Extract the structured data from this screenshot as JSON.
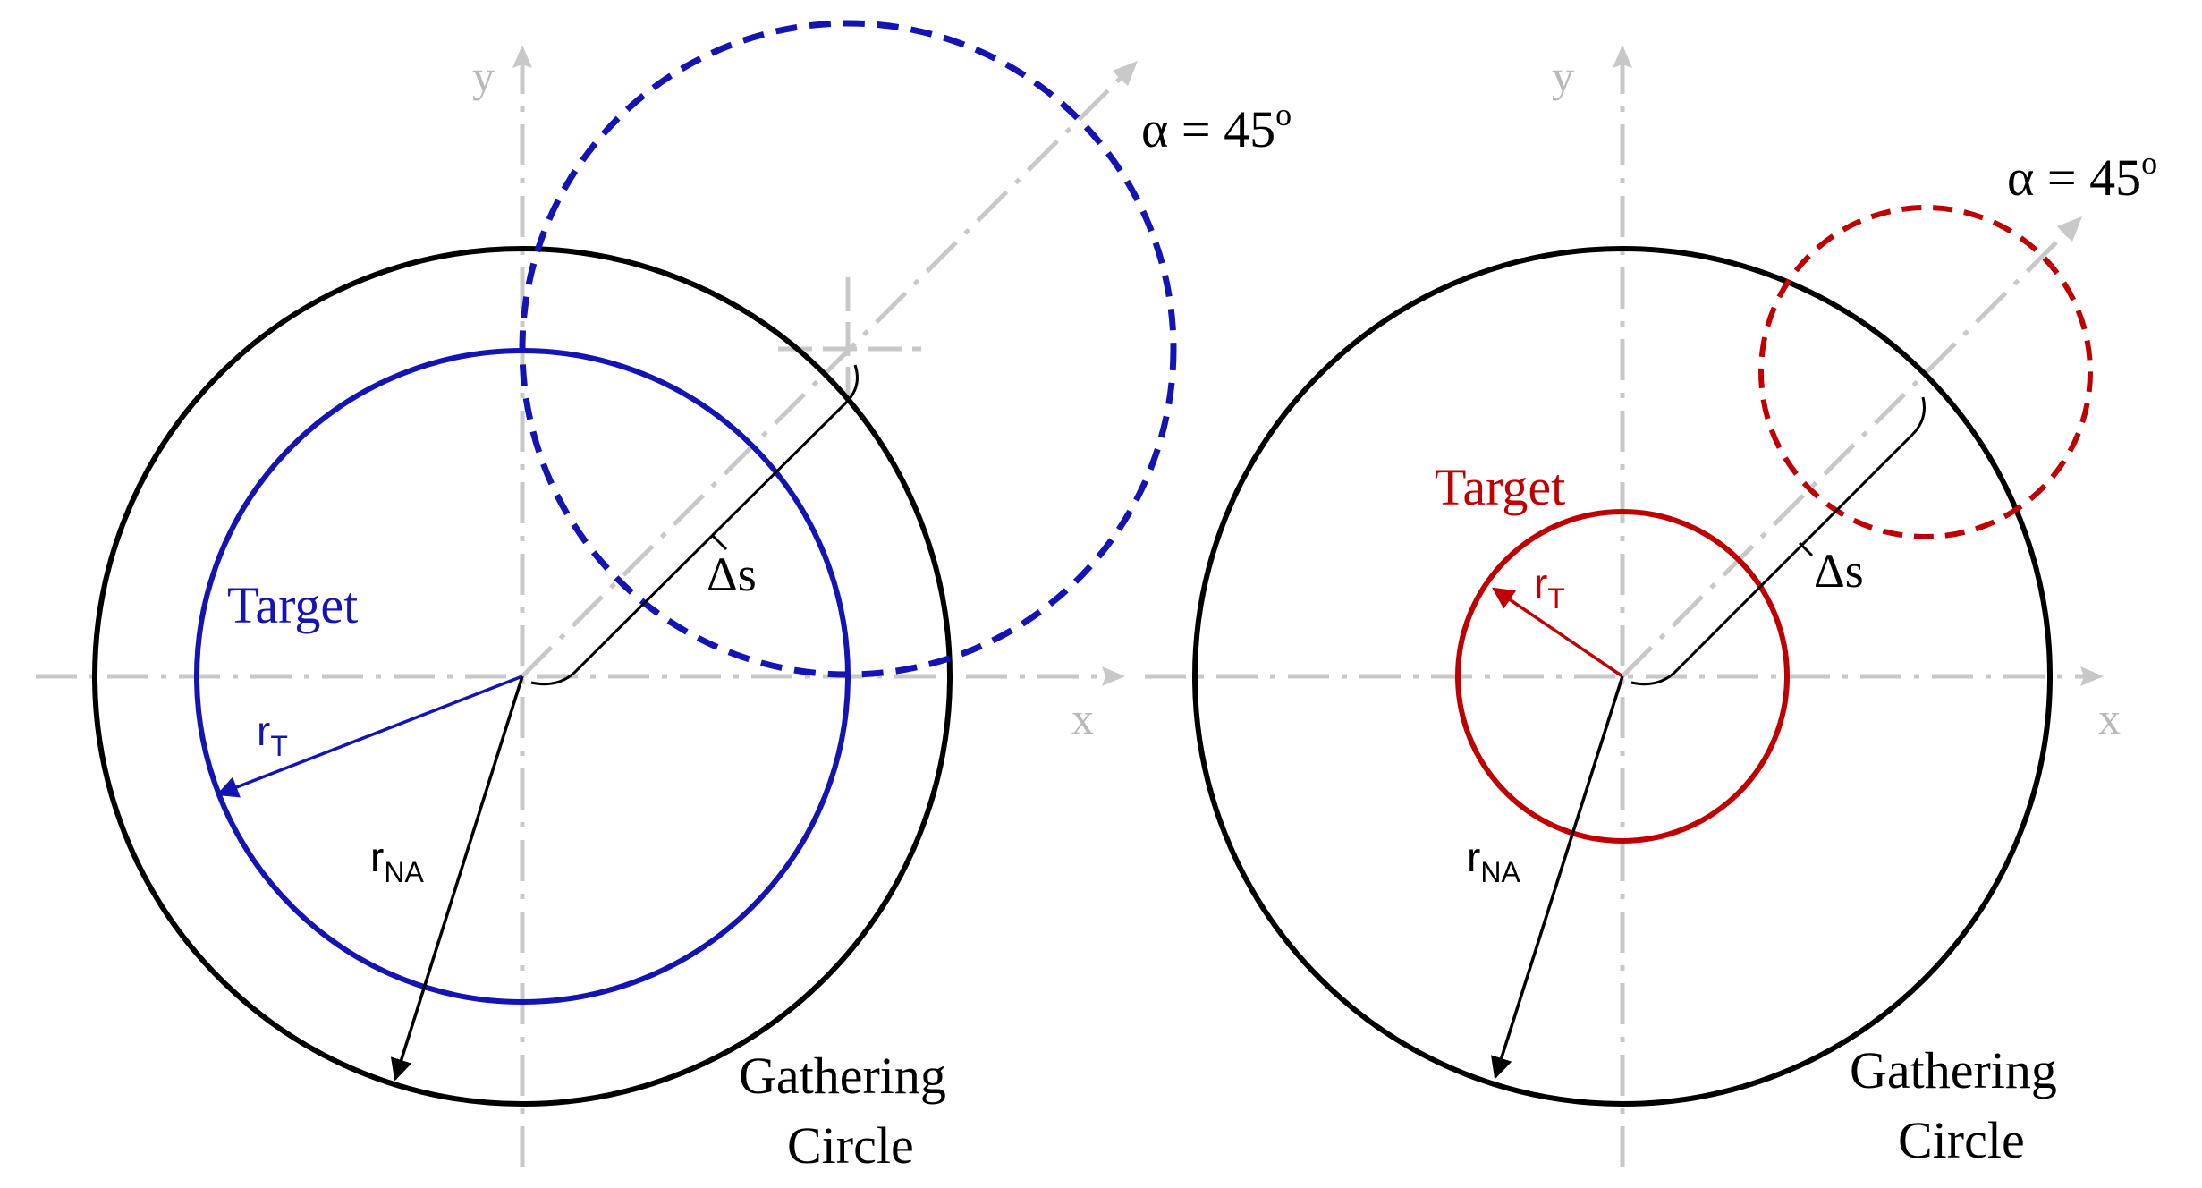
{
  "colors": {
    "axis": "#c8c8c8",
    "gathering_circle": "#000000",
    "left_target": "#1414b4",
    "right_target": "#c00000"
  },
  "panels": [
    {
      "id": "left",
      "axis_x_label": "x",
      "axis_y_label": "y",
      "angle_label": "α = 45",
      "angle_superscript": "o",
      "target_label": "Target",
      "radius_target_label": "r",
      "radius_target_sub": "T",
      "radius_gather_label": "r",
      "radius_gather_sub": "NA",
      "offset_label": "Δs",
      "gathering_label_line1": "Gathering",
      "gathering_label_line2": "Circle"
    },
    {
      "id": "right",
      "axis_x_label": "x",
      "axis_y_label": "y",
      "angle_label": "α = 45",
      "angle_superscript": "o",
      "target_label": "Target",
      "radius_target_label": "r",
      "radius_target_sub": "T",
      "radius_gather_label": "r",
      "radius_gather_sub": "NA",
      "offset_label": "Δs",
      "gathering_label_line1": "Gathering",
      "gathering_label_line2": "Circle"
    }
  ]
}
